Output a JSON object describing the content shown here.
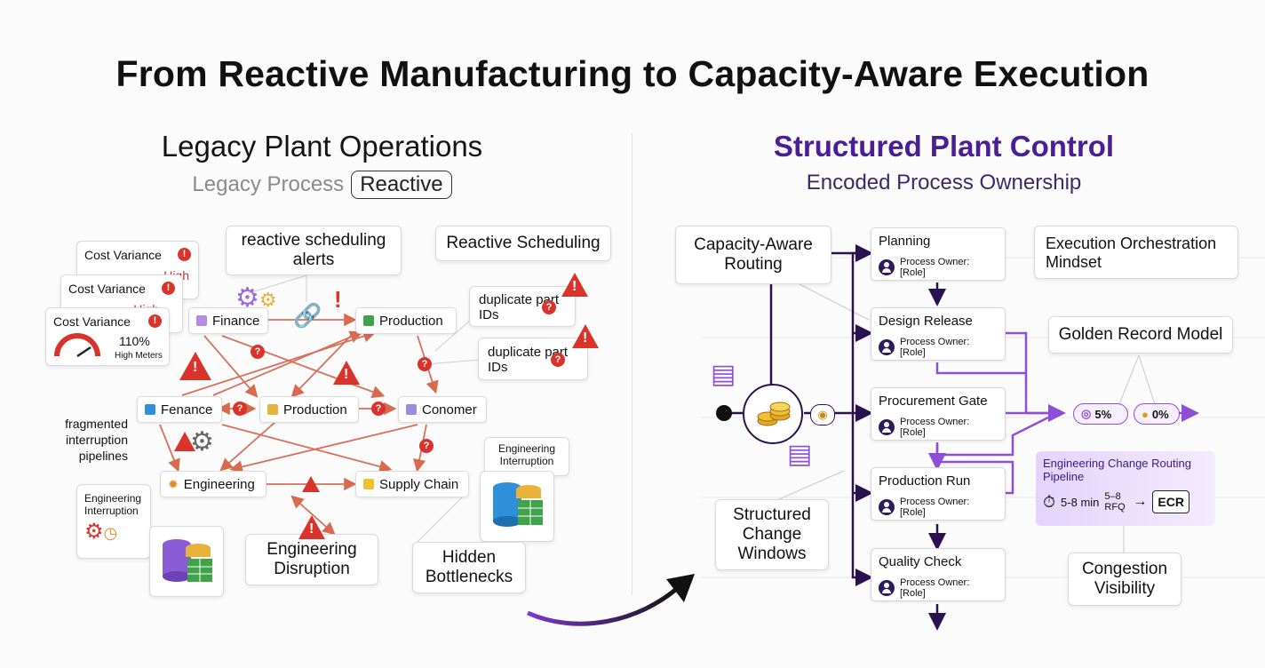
{
  "title": "From Reactive Manufacturing to Capacity-Aware Execution",
  "left": {
    "heading": "Legacy Plant Operations",
    "subtitle": "Legacy Process",
    "subtitle_tag": "Reactive",
    "cost_cards": [
      {
        "label": "Cost Variance",
        "value": "",
        "note": "High"
      },
      {
        "label": "Cost Variance",
        "value": "",
        "note": "High"
      },
      {
        "label": "Cost Variance",
        "value": "110%",
        "note": "High Meters"
      }
    ],
    "callouts": {
      "reactive_alerts": "reactive scheduling alerts",
      "reactive_scheduling": "Reactive Scheduling",
      "duplicate1": "duplicate part IDs",
      "duplicate2": "duplicate part IDs",
      "fragmented": "fragmented interruption pipelines",
      "eng_interruption_1": "Engineering Interruption",
      "eng_interruption_2": "Engineering Interruption",
      "eng_disruption": "Engineering Disruption",
      "hidden_bottlenecks": "Hidden Bottlenecks"
    },
    "nodes": {
      "finance": "Finance",
      "production_top": "Production",
      "fenance": "Fenance",
      "production_mid": "Production",
      "conomer": "Conomer",
      "engineering": "Engineering",
      "supply_chain": "Supply Chain"
    }
  },
  "right": {
    "heading": "Structured Plant Control",
    "subtitle": "Encoded Process Ownership",
    "routing": "Capacity-Aware Routing",
    "steps": [
      {
        "title": "Planning",
        "owner": "Process Owner: [Role]"
      },
      {
        "title": "Design Release",
        "owner": "Process Owner: [Role]"
      },
      {
        "title": "Procurement Gate",
        "owner": "Process Owner: [Role]"
      },
      {
        "title": "Production Run",
        "owner": "Process Owner: [Role]"
      },
      {
        "title": "Quality Check",
        "owner": "Process Owner: [Role]"
      }
    ],
    "orchestration": "Execution Orchestration Mindset",
    "golden": "Golden Record Model",
    "pill1": "5%",
    "pill2": "0%",
    "ecr_pipeline": {
      "title": "Engineering Change Routing Pipeline",
      "time": "5-8 min",
      "rfq": "5–8 RFQ",
      "ecr": "ECR"
    },
    "structured_change": "Structured Change Windows",
    "congestion": "Congestion Visibility"
  },
  "colors": {
    "accent": "#5a2ca8",
    "alert": "#d9342b",
    "dark_flow": "#2a1250"
  }
}
